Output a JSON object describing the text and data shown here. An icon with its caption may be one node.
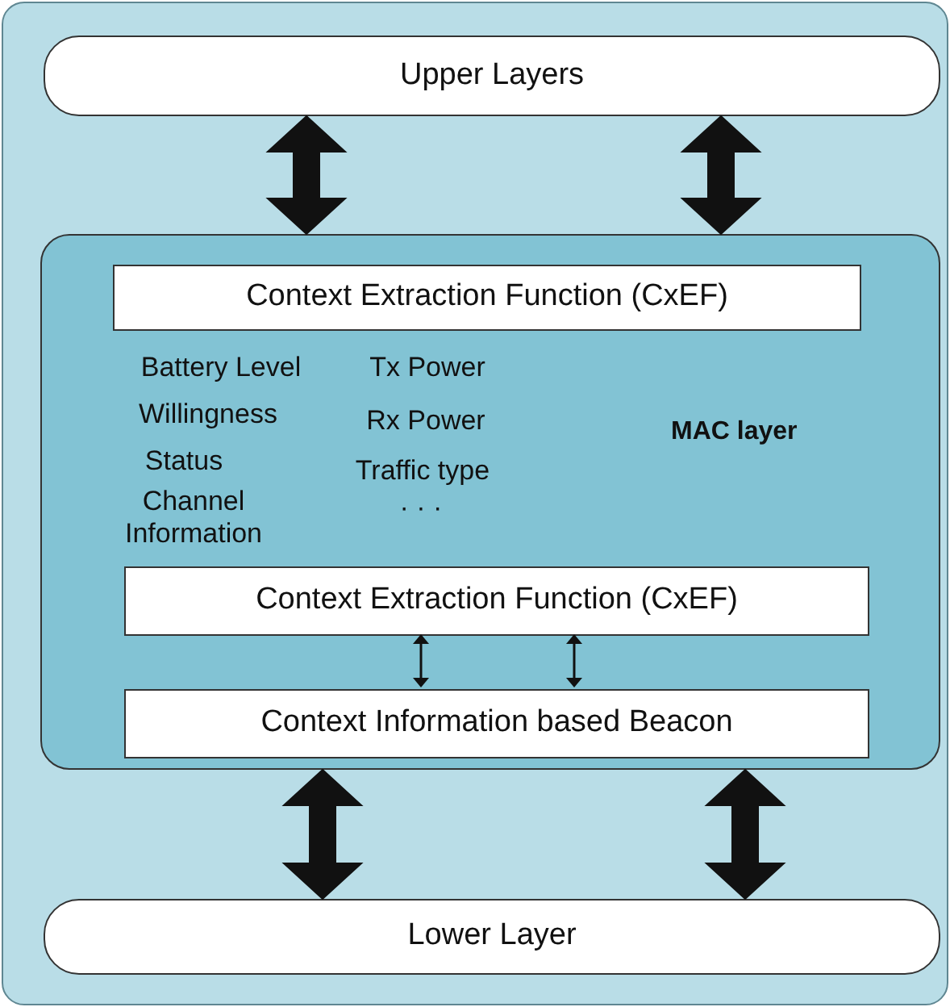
{
  "diagram": {
    "nodes": [
      {
        "text": [
          "Upper Layers"
        ]
      },
      {
        "text": [
          "MAC layer"
        ]
      },
      {
        "text": [
          "Context Extraction Function (CxEF)"
        ],
        "in": 1
      },
      {
        "text": [
          "Context Extraction Function (CxEF)"
        ],
        "in": 1
      },
      {
        "text": [
          "Context Information based Beacon"
        ],
        "in": 1
      },
      {
        "text": [
          "Lower Layer"
        ]
      }
    ],
    "edges": [
      {
        "from": 0,
        "to": 1,
        "arrow": "both",
        "style": "thick"
      },
      {
        "from": 0,
        "to": 1,
        "arrow": "both",
        "style": "thick"
      },
      {
        "from": 3,
        "to": 4,
        "arrow": "both"
      },
      {
        "from": 3,
        "to": 4,
        "arrow": "both"
      },
      {
        "from": 1,
        "to": 5,
        "arrow": "both",
        "style": "thick"
      },
      {
        "from": 1,
        "to": 5,
        "arrow": "both",
        "style": "thick"
      }
    ],
    "labels": [
      "Battery Level",
      "Tx Power",
      "Willingness",
      "Rx Power",
      "Status",
      "Traffic type",
      "Channel Information",
      "· · ·"
    ]
  }
}
